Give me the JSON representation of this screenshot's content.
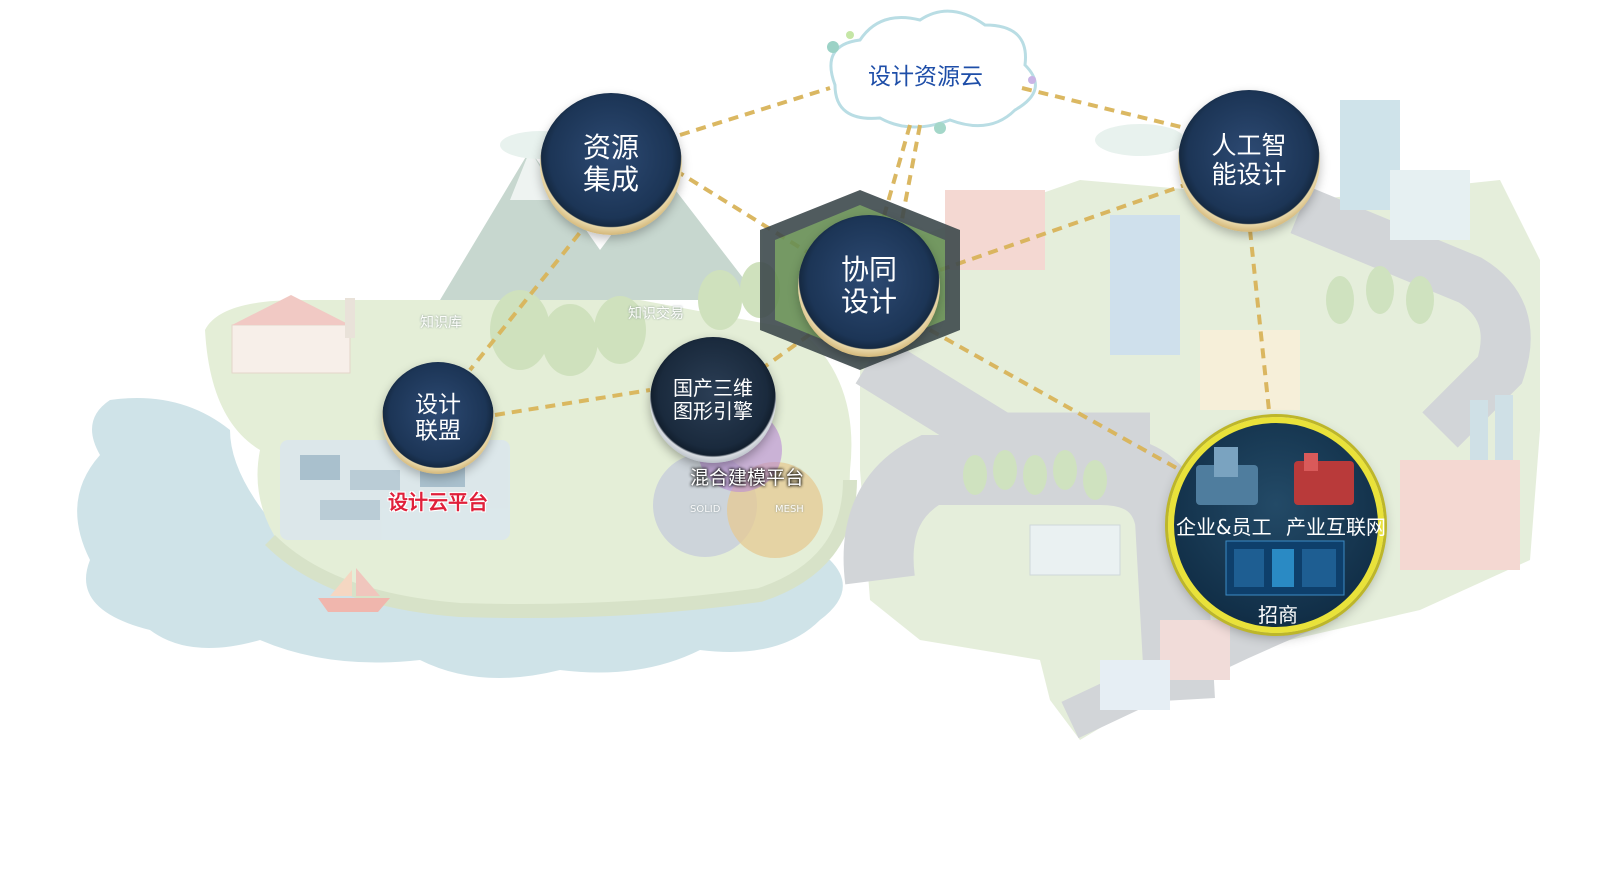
{
  "cloud": {
    "label": "设计资源云"
  },
  "nodes": {
    "resource_integration": {
      "lines": [
        "资源",
        "集成"
      ]
    },
    "collaborative_design": {
      "lines": [
        "协同",
        "设计"
      ]
    },
    "ai_design": {
      "lines": [
        "人工智",
        "能设计"
      ]
    },
    "design_alliance": {
      "lines": [
        "设计",
        "联盟"
      ]
    },
    "graphics_engine": {
      "lines": [
        "国产三维",
        "图形引擎"
      ]
    }
  },
  "scene_labels": {
    "knowledge_base": "知识库",
    "knowledge_trading": "知识交易",
    "design_cloud_platform": "设计云平台",
    "hybrid_modeling": "混合建模平台",
    "solid": "SOLID",
    "mesh": "MESH"
  },
  "hub": {
    "enterprise": "企业&员工",
    "industrial_internet": "产业互联网",
    "investment": "招商"
  },
  "colors": {
    "connector": "#d9b45a",
    "node_fill": "#1c3556",
    "node_ring": "#c8a55e",
    "hub_ring": "#e9e23a",
    "water": "#cfe3e8",
    "land": "#dfead0",
    "road": "#d3d6d8",
    "cloud_text": "#1e4ea8"
  }
}
